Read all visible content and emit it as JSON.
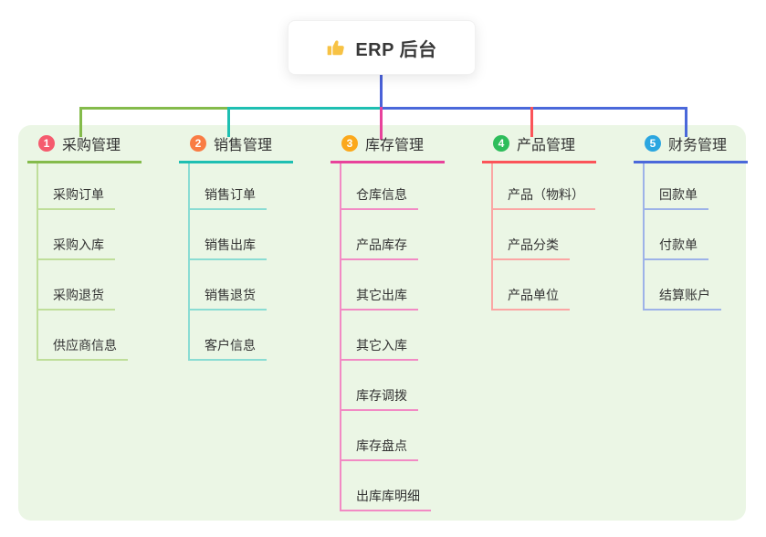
{
  "root": {
    "label": "ERP 后台",
    "icon": "thumbs-up"
  },
  "panel": {
    "background": "#EBF6E5"
  },
  "connector": {
    "stem_color": "#4A61D8"
  },
  "icon_colors": {
    "thumbs_up": "#F7C244"
  },
  "branches": [
    {
      "index": "1",
      "label": "采购管理",
      "color": "#84BB4B",
      "light_color": "#BFDE9A",
      "badge_color": "#F55B6E",
      "children": [
        "采购订单",
        "采购入库",
        "采购退货",
        "供应商信息"
      ]
    },
    {
      "index": "2",
      "label": "销售管理",
      "color": "#1EBFB2",
      "light_color": "#8ADCD3",
      "badge_color": "#F97C44",
      "children": [
        "销售订单",
        "销售出库",
        "销售退货",
        "客户信息"
      ]
    },
    {
      "index": "3",
      "label": "库存管理",
      "color": "#E8429B",
      "light_color": "#F28AC4",
      "badge_color": "#FBA81B",
      "children": [
        "仓库信息",
        "产品库存",
        "其它出库",
        "其它入库",
        "库存调拨",
        "库存盘点",
        "出库库明细"
      ]
    },
    {
      "index": "4",
      "label": "产品管理",
      "color": "#FB5459",
      "light_color": "#FBA6A4",
      "badge_color": "#2EBD5B",
      "children": [
        "产品（物料）",
        "产品分类",
        "产品单位"
      ]
    },
    {
      "index": "5",
      "label": "财务管理",
      "color": "#4A68DA",
      "light_color": "#9DB2E8",
      "badge_color": "#2BA6E0",
      "children": [
        "回款单",
        "付款单",
        "结算账户"
      ]
    }
  ]
}
